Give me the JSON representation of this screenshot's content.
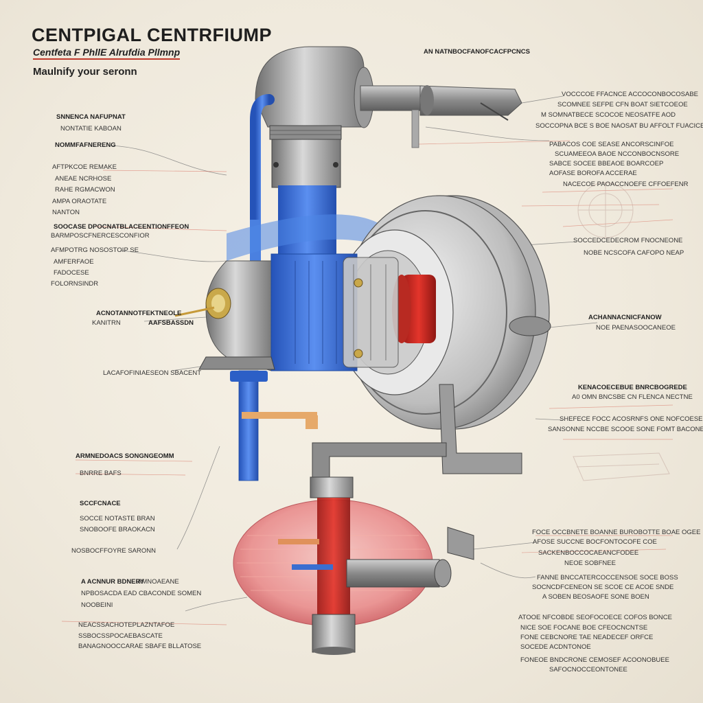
{
  "header": {
    "title": "CENTPIGAL CENTRFIUMP",
    "subtitle": "Centfeta F PhllE Alrufdia Pllmnp",
    "tagline": "Maulnify your seronn"
  },
  "colors": {
    "inlet_pipe": "#3a73d6",
    "impeller_core": "#c8261f",
    "outlet_tank": "#e8898a",
    "metal": "#9a9a9a",
    "shaft": "#e0a060",
    "brass": "#c9a84a"
  },
  "labels_left": [
    {
      "id": "l1",
      "text": "SNNENCA NAFUPNAT"
    },
    {
      "id": "l2",
      "text": "NONTATIE KABOAN"
    },
    {
      "id": "l3",
      "text": "NOMMFAFNERENG"
    },
    {
      "id": "l4",
      "text": "AFTPKCOE REMAKE"
    },
    {
      "id": "l5",
      "text": "ANEAE NCRHOSE"
    },
    {
      "id": "l6",
      "text": "RAHE RGMACWON"
    },
    {
      "id": "l7",
      "text": "AMPA ORAOTATE"
    },
    {
      "id": "l8",
      "text": "NANTON"
    },
    {
      "id": "l9",
      "text": "SOOCASE DPOCNATBLACEENTIONFFEON"
    },
    {
      "id": "l10",
      "text": "BARMPOSCFNERCESCONFIOR"
    },
    {
      "id": "l11",
      "text": "AFMPOTRG NOSOSTOIP SE"
    },
    {
      "id": "l12",
      "text": "AMFERFAOE"
    },
    {
      "id": "l13",
      "text": "FADOCESE"
    },
    {
      "id": "l14",
      "text": "FOLORNSINDR"
    },
    {
      "id": "l15",
      "text": "ACNOTANNOTFEKTNEOLE"
    },
    {
      "id": "l16",
      "text": "KANITRN"
    },
    {
      "id": "l17",
      "text": "AAFSBASSDN"
    },
    {
      "id": "l18",
      "text": "LACAFOFINIAESEON SBACENT"
    },
    {
      "id": "l19",
      "text": "ARMNEDOACS SONGNGEOMM"
    },
    {
      "id": "l20",
      "text": "BNRRE BAFS"
    },
    {
      "id": "l21",
      "text": "SCCFCNACE"
    },
    {
      "id": "l22",
      "text": "SOCCE NOTASTE BRAN"
    },
    {
      "id": "l23",
      "text": "SNOBOOFE BRAOKACN"
    },
    {
      "id": "l24",
      "text": "NOSBOCFFOYRE SARONN"
    },
    {
      "id": "l25",
      "text": "A ACNNUR BDNERY"
    },
    {
      "id": "l26",
      "text": "AMNOAEANE"
    },
    {
      "id": "l27",
      "text": "NPBOSACDA EAD CBACONDE SOMEN"
    },
    {
      "id": "l28",
      "text": "NOOBEINI"
    },
    {
      "id": "l29",
      "text": "NEACSSACHOTEPLAZNTAFOE"
    },
    {
      "id": "l30",
      "text": "SSBOCSSPOCAEBASCATE"
    },
    {
      "id": "l31",
      "text": "BANAGNOOCCARAE SBAFE BLLATOSE"
    }
  ],
  "labels_right": [
    {
      "id": "r0",
      "text": "AN NATNBOCFANOFCACFPCNCS"
    },
    {
      "id": "r1",
      "text": "VOCCCOE FFACNCE ACCOCONBOCOSABE"
    },
    {
      "id": "r2",
      "text": "SCOMNEE SEFPE CFN BOAT SIETCOEOE"
    },
    {
      "id": "r3",
      "text": "M SOMNATBECE SCOCOE NEOSATFE AOD"
    },
    {
      "id": "r4",
      "text": "SOCCOPNA BCE S BOE NAOSAT BU AFFOLT FUACICE"
    },
    {
      "id": "r5",
      "text": "PABACOS COE SEASE ANCORSCINFOE"
    },
    {
      "id": "r6",
      "text": "SCUAMEEOA BAOE NCCONBOCNSORE"
    },
    {
      "id": "r7",
      "text": "SABCE SOCEE BBEAOE BOARCOEP"
    },
    {
      "id": "r8",
      "text": "AOFASE BOROFA ACCERAE"
    },
    {
      "id": "r9",
      "text": "NACECOE PAOACCNOEFE CFFOEFENR"
    },
    {
      "id": "r10",
      "text": "SOCCEDCEDECROM FNOCNEONE"
    },
    {
      "id": "r11",
      "text": "NOBE NCSCOFA CAFOPO NEAP"
    },
    {
      "id": "r12",
      "text": "ACHANNACNICFANOW"
    },
    {
      "id": "r13",
      "text": "NOE PAENASOOCANEOE"
    },
    {
      "id": "r14",
      "text": "KENACOECEBUE BNRCBOGREDE"
    },
    {
      "id": "r15",
      "text": "A0 OMN BNCSBE CN FLENCA NECTNE"
    },
    {
      "id": "r16",
      "text": "SHEFECE FOCC ACOSRNFS ONE NOFCOESE"
    },
    {
      "id": "r17",
      "text": "SANSONNE NCCBE SCOOE SONE FOMT BACONE"
    },
    {
      "id": "r18",
      "text": "FOCE OCCBNETE BOANNE BUROBOTTE BOAE OGEE"
    },
    {
      "id": "r19",
      "text": "AFOSE SUCCNE BOCFONTOCOFE COE"
    },
    {
      "id": "r20",
      "text": "SACKENBOCCOCAEANCFODEE"
    },
    {
      "id": "r21",
      "text": "NEOE SOBFNEE"
    },
    {
      "id": "r22",
      "text": "FANNE BNCCATERCOCCENSOE SOCE BOSS"
    },
    {
      "id": "r23",
      "text": "SOCNCDFCENEON SE SCOE CE ACOE SNDE"
    },
    {
      "id": "r24",
      "text": "A SOBEN BEOSAOFE SONE BOEN"
    },
    {
      "id": "r25",
      "text": "ATOOE NFCOBDE SEOFOCOECE COFOS BONCE"
    },
    {
      "id": "r26",
      "text": "NICE SOE FOCANE BOE CFEOCNCNTSE"
    },
    {
      "id": "r27",
      "text": "FONE CEBCNORE TAE NEADECEF ORFCE"
    },
    {
      "id": "r28",
      "text": "SOCEDE ACDNTONOE"
    },
    {
      "id": "r29",
      "text": "FONEOE BNDCRONE CEMOSEF ACOONOBUEE"
    },
    {
      "id": "r30",
      "text": "SAFOCNOCCEONTONEE"
    }
  ]
}
